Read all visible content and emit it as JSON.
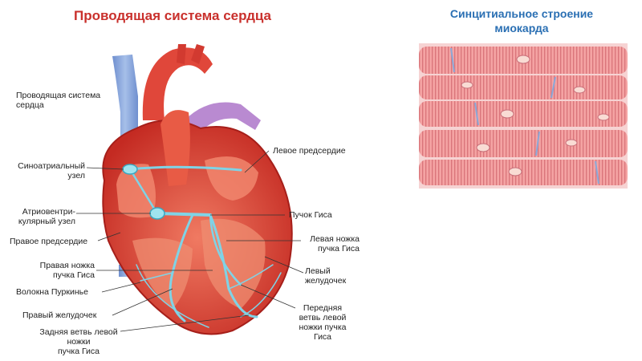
{
  "title": "Проводящая система сердца",
  "subtitle_line1": "Синцитиальное строение",
  "subtitle_line2": "миокарда",
  "labels": {
    "conduction_system": [
      "Проводящая система",
      "сердца"
    ],
    "sinoatrial_node": [
      "Синоатриальный",
      "узел"
    ],
    "av_node": [
      "Атриовентри-",
      "кулярный узел"
    ],
    "right_atrium": "Правое предсердие",
    "right_bundle_branch": [
      "Правая ножка",
      "пучка Гиса"
    ],
    "purkinje_fibers": "Волокна Пуркинье",
    "right_ventricle": "Правый желудочек",
    "posterior_branch": [
      "Задняя ветвь левой ножки",
      "пучка Гиса"
    ],
    "left_atrium": "Левое предсердие",
    "bundle_of_his": "Пучок Гиса",
    "left_bundle_branch": [
      "Левая ножка",
      "пучка Гиса"
    ],
    "left_ventricle": [
      "Левый",
      "желудочек"
    ],
    "anterior_branch": [
      "Передняя",
      "ветвь левой",
      "ножки пучка",
      "Гиса"
    ]
  },
  "colors": {
    "title": "#c9302c",
    "subtitle": "#2a6fb3",
    "heart": "#d9402f",
    "conduction": "#7fd3e6",
    "vein": "#7f9fd8",
    "pulmonary": "#b98ad1",
    "muscle": "#f4a3a3"
  }
}
